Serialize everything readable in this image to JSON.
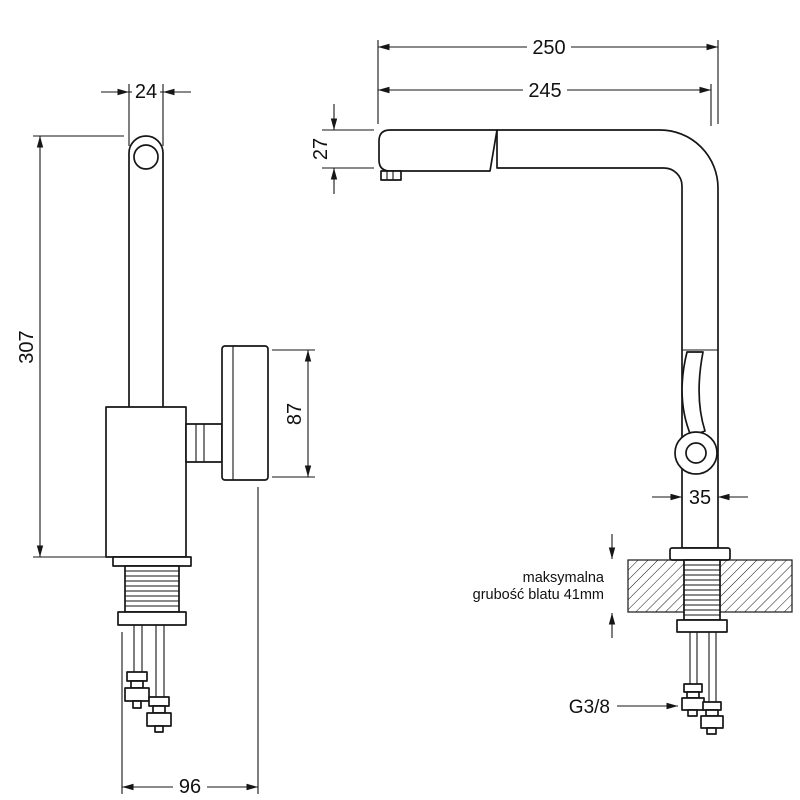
{
  "drawing": {
    "background": "#ffffff",
    "line_color": "#161616"
  },
  "front_view": {
    "dims": {
      "spout_top_width": "24",
      "total_height": "307",
      "handle_height": "87",
      "base_depth": "96"
    }
  },
  "side_view": {
    "dims": {
      "overall_reach": "250",
      "spout_reach": "245",
      "spout_tip_height": "27",
      "body_width": "35",
      "counter_note_line1": "maksymalna",
      "counter_note_line2": "grubość blatu 41mm",
      "thread_size": "G3/8"
    }
  }
}
